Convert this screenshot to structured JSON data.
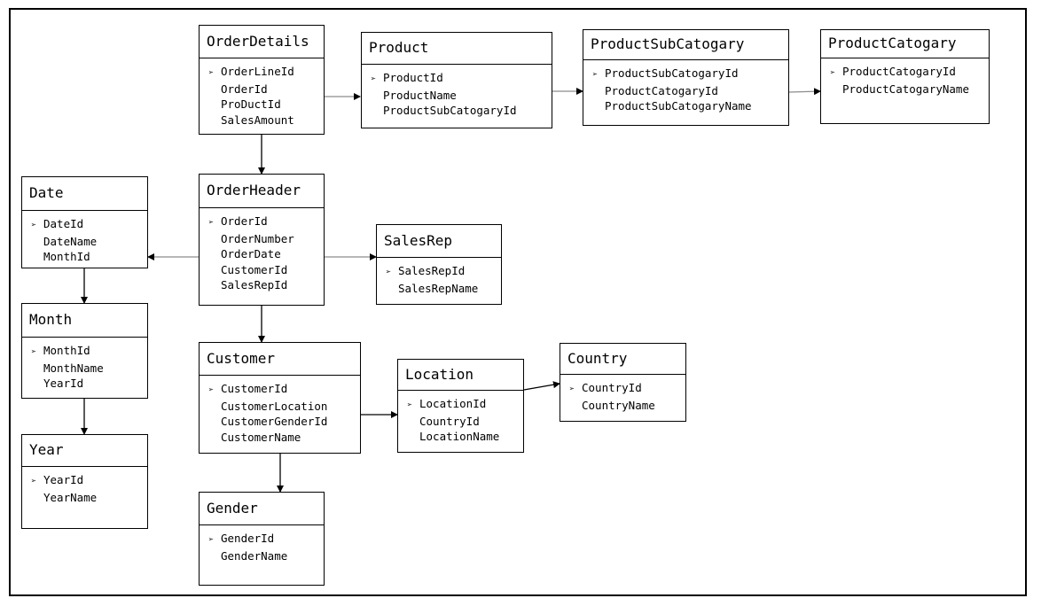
{
  "colors": {
    "border": "#000000",
    "arrow_black": "#000000",
    "arrow_gray": "#8c8c8c",
    "background": "#ffffff"
  },
  "icons": {
    "primary_key_marker": "arrowhead-bullet-icon"
  },
  "entities": {
    "orderdetails": {
      "title": "OrderDetails",
      "fields": [
        "OrderLineId",
        "OrderId",
        "ProDuctId",
        "SalesAmount"
      ]
    },
    "product": {
      "title": "Product",
      "fields": [
        "ProductId",
        "ProductName",
        "ProductSubCatogaryId"
      ]
    },
    "productsubcatogary": {
      "title": "ProductSubCatogary",
      "fields": [
        "ProductSubCatogaryId",
        "ProductCatogaryId",
        "ProductSubCatogaryName"
      ]
    },
    "productcatogary": {
      "title": "ProductCatogary",
      "fields": [
        "ProductCatogaryId",
        "ProductCatogaryName"
      ]
    },
    "date": {
      "title": "Date",
      "fields": [
        "DateId",
        "DateName",
        "MonthId"
      ]
    },
    "orderheader": {
      "title": "OrderHeader",
      "fields": [
        "OrderId",
        "OrderNumber",
        "OrderDate",
        "CustomerId",
        "SalesRepId"
      ]
    },
    "salesrep": {
      "title": "SalesRep",
      "fields": [
        "SalesRepId",
        "SalesRepName"
      ]
    },
    "month": {
      "title": "Month",
      "fields": [
        "MonthId",
        "MonthName",
        "YearId"
      ]
    },
    "customer": {
      "title": "Customer",
      "fields": [
        "CustomerId",
        "CustomerLocation",
        "CustomerGenderId",
        "CustomerName"
      ]
    },
    "location": {
      "title": "Location",
      "fields": [
        "LocationId",
        "CountryId",
        "LocationName"
      ]
    },
    "country": {
      "title": "Country",
      "fields": [
        "CountryId",
        "CountryName"
      ]
    },
    "year": {
      "title": "Year",
      "fields": [
        "YearId",
        "YearName"
      ]
    },
    "gender": {
      "title": "Gender",
      "fields": [
        "GenderId",
        "GenderName"
      ]
    }
  },
  "relationships": [
    {
      "from": "OrderDetails",
      "to": "Product"
    },
    {
      "from": "Product",
      "to": "ProductSubCatogary"
    },
    {
      "from": "ProductSubCatogary",
      "to": "ProductCatogary"
    },
    {
      "from": "OrderDetails",
      "to": "OrderHeader"
    },
    {
      "from": "OrderHeader",
      "to": "Date"
    },
    {
      "from": "OrderHeader",
      "to": "SalesRep"
    },
    {
      "from": "OrderHeader",
      "to": "Customer"
    },
    {
      "from": "Date",
      "to": "Month"
    },
    {
      "from": "Month",
      "to": "Year"
    },
    {
      "from": "Customer",
      "to": "Location"
    },
    {
      "from": "Location",
      "to": "Country"
    },
    {
      "from": "Customer",
      "to": "Gender"
    }
  ]
}
